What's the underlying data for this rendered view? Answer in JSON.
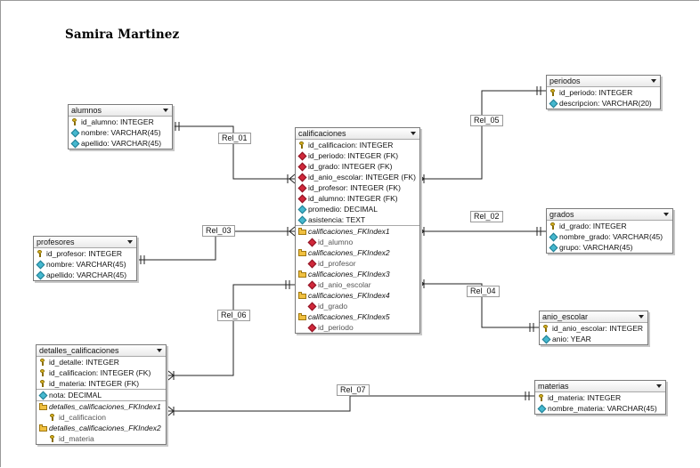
{
  "author": "Samira Martinez",
  "relations": [
    "Rel_01",
    "Rel_02",
    "Rel_03",
    "Rel_04",
    "Rel_05",
    "Rel_07",
    "Rel_06"
  ],
  "tables": {
    "periodos": {
      "title": "periodos",
      "rows": [
        {
          "icon": "key",
          "text": "id_periodo: INTEGER"
        },
        {
          "icon": "teal",
          "text": "descripcion: VARCHAR(20)"
        }
      ]
    },
    "alumnos": {
      "title": "alumnos",
      "rows": [
        {
          "icon": "key",
          "text": "id_alumno: INTEGER"
        },
        {
          "icon": "teal",
          "text": "nombre: VARCHAR(45)"
        },
        {
          "icon": "teal",
          "text": "apellido: VARCHAR(45)"
        }
      ]
    },
    "calificaciones": {
      "title": "calificaciones",
      "rows": [
        {
          "icon": "key",
          "text": "id_calificacion: INTEGER"
        },
        {
          "icon": "red",
          "text": "id_periodo: INTEGER (FK)"
        },
        {
          "icon": "red",
          "text": "id_grado: INTEGER (FK)"
        },
        {
          "icon": "red",
          "text": "id_anio_escolar: INTEGER (FK)"
        },
        {
          "icon": "red",
          "text": "id_profesor: INTEGER (FK)"
        },
        {
          "icon": "red",
          "text": "id_alumno: INTEGER (FK)"
        },
        {
          "icon": "teal",
          "text": "promedio: DECIMAL"
        },
        {
          "icon": "teal",
          "text": "asistencia: TEXT"
        },
        {
          "icon": "fold",
          "text": "calificaciones_FKIndex1",
          "kind": "idx",
          "sep": true
        },
        {
          "icon": "red",
          "text": "id_alumno",
          "kind": "sub"
        },
        {
          "icon": "fold",
          "text": "calificaciones_FKIndex2",
          "kind": "idx"
        },
        {
          "icon": "red",
          "text": "id_profesor",
          "kind": "sub"
        },
        {
          "icon": "fold",
          "text": "calificaciones_FKIndex3",
          "kind": "idx"
        },
        {
          "icon": "red",
          "text": "id_anio_escolar",
          "kind": "sub"
        },
        {
          "icon": "fold",
          "text": "calificaciones_FKIndex4",
          "kind": "idx"
        },
        {
          "icon": "red",
          "text": "id_grado",
          "kind": "sub"
        },
        {
          "icon": "fold",
          "text": "calificaciones_FKIndex5",
          "kind": "idx"
        },
        {
          "icon": "red",
          "text": "id_periodo",
          "kind": "sub"
        }
      ]
    },
    "profesores": {
      "title": "profesores",
      "rows": [
        {
          "icon": "key",
          "text": "id_profesor: INTEGER"
        },
        {
          "icon": "teal",
          "text": "nombre: VARCHAR(45)"
        },
        {
          "icon": "teal",
          "text": "apellido: VARCHAR(45)"
        }
      ]
    },
    "grados": {
      "title": "grados",
      "rows": [
        {
          "icon": "key",
          "text": "id_grado: INTEGER"
        },
        {
          "icon": "teal",
          "text": "nombre_grado: VARCHAR(45)"
        },
        {
          "icon": "teal",
          "text": "grupo: VARCHAR(45)"
        }
      ]
    },
    "anio_escolar": {
      "title": "anio_escolar",
      "rows": [
        {
          "icon": "key",
          "text": "id_anio_escolar: INTEGER"
        },
        {
          "icon": "teal",
          "text": "anio: YEAR"
        }
      ]
    },
    "detalles": {
      "title": "detalles_calificaciones",
      "rows": [
        {
          "icon": "key",
          "text": "id_detalle: INTEGER"
        },
        {
          "icon": "key",
          "text": "id_calificacion: INTEGER (FK)"
        },
        {
          "icon": "key",
          "text": "id_materia: INTEGER (FK)"
        },
        {
          "icon": "teal",
          "text": "nota: DECIMAL",
          "sep": true
        },
        {
          "icon": "fold",
          "text": "detalles_calificaciones_FKIndex1",
          "kind": "idx",
          "sep": true
        },
        {
          "icon": "key",
          "text": "id_calificacion",
          "kind": "sub"
        },
        {
          "icon": "fold",
          "text": "detalles_calificaciones_FKIndex2",
          "kind": "idx"
        },
        {
          "icon": "key",
          "text": "id_materia",
          "kind": "sub"
        }
      ]
    },
    "materias": {
      "title": "materias",
      "rows": [
        {
          "icon": "key",
          "text": "id_materia: INTEGER"
        },
        {
          "icon": "teal",
          "text": "nombre_materia: VARCHAR(45)"
        }
      ]
    }
  }
}
